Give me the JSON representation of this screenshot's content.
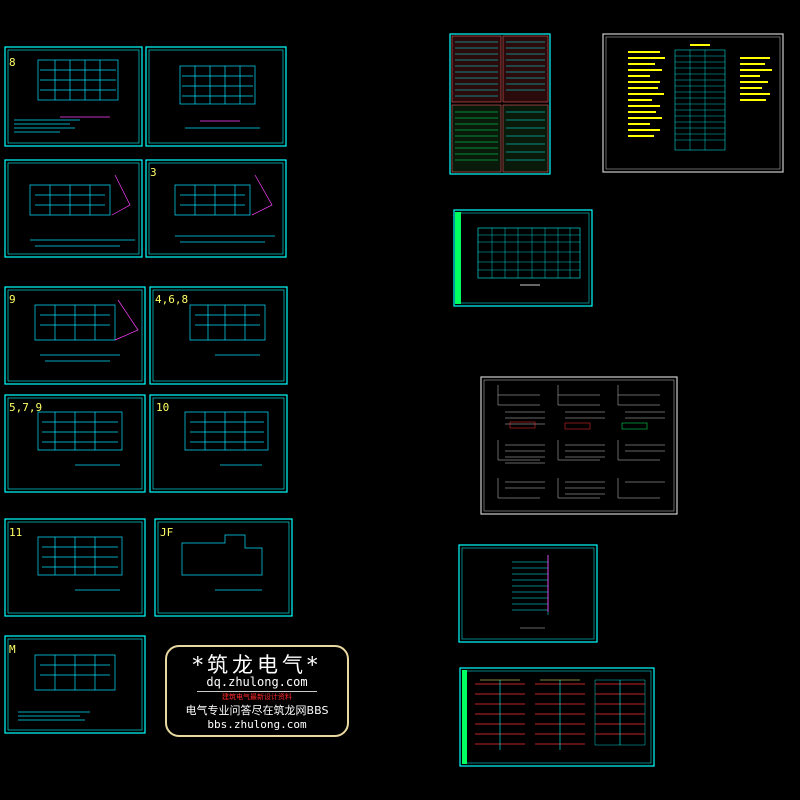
{
  "colors": {
    "background": "#000000",
    "frame": "#00ffff",
    "label": "#ffff66",
    "plan": "#00e0ff",
    "accent_red": "#ff3030",
    "accent_green": "#00ff60",
    "accent_magenta": "#ff40ff",
    "table_pink": "#e86060"
  },
  "sheets": [
    {
      "id": "s1",
      "label": "8",
      "kind": "floor-plan"
    },
    {
      "id": "s2",
      "label": "",
      "kind": "floor-plan"
    },
    {
      "id": "s3",
      "label": "",
      "kind": "floor-plan"
    },
    {
      "id": "s4",
      "label": "3",
      "kind": "floor-plan"
    },
    {
      "id": "s5",
      "label": "9",
      "kind": "floor-plan"
    },
    {
      "id": "s6",
      "label": "4,6,8",
      "kind": "floor-plan"
    },
    {
      "id": "s7",
      "label": "5,7,9",
      "kind": "floor-plan"
    },
    {
      "id": "s8",
      "label": "10",
      "kind": "floor-plan"
    },
    {
      "id": "s9",
      "label": "11",
      "kind": "floor-plan"
    },
    {
      "id": "s10",
      "label": "JF",
      "kind": "roof-plan"
    },
    {
      "id": "s11",
      "label": "M",
      "kind": "floor-plan"
    },
    {
      "id": "s12",
      "label": "",
      "kind": "material-table"
    },
    {
      "id": "s13",
      "label": "",
      "kind": "legend-sheet"
    },
    {
      "id": "s14",
      "label": "",
      "kind": "panel-schedule"
    },
    {
      "id": "s15",
      "label": "",
      "kind": "distribution-diagrams"
    },
    {
      "id": "s16",
      "label": "",
      "kind": "riser-diagram"
    },
    {
      "id": "s17",
      "label": "",
      "kind": "system-diagram"
    }
  ],
  "stamp": {
    "title": "*筑龙电气*",
    "site": "dq.zhulong.com",
    "tagline": "建筑电气最新设计资料",
    "slogan": "电气专业问答尽在筑龙网BBS",
    "bbs": "bbs.zhulong.com"
  }
}
